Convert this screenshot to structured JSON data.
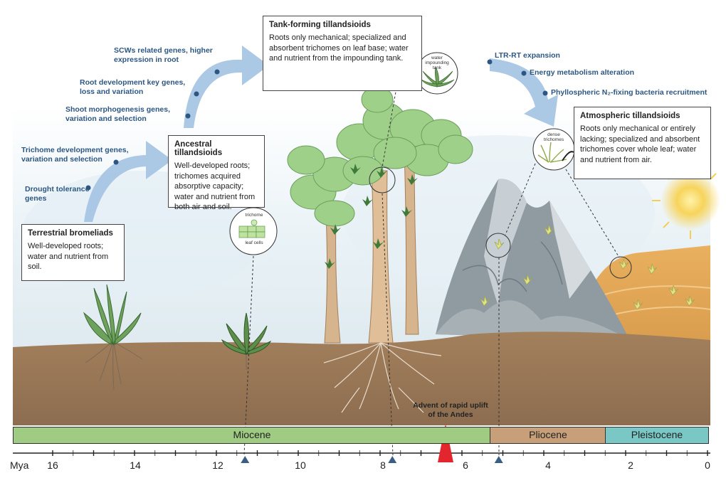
{
  "boxes": {
    "terrestrial": {
      "title": "Terrestrial bromeliads",
      "body": "Well-developed roots; water and nutrient from soil."
    },
    "ancestral": {
      "title": "Ancestral tillandsioids",
      "body": "Well-developed roots; trichomes acquired absorptive capacity; water and nutrient from both air and soil."
    },
    "tank": {
      "title": "Tank-forming tillandsioids",
      "body": "Roots only mechanical; specialized and absorbent trichomes on leaf base; water and nutrient from the impounding tank."
    },
    "atmospheric": {
      "title": "Atmospheric tillandsioids",
      "body": "Roots only mechanical or entirely lacking; specialized and absorbent trichomes cover whole leaf; water and nutrient from air."
    }
  },
  "gene_labels": {
    "drought": "Drought tolerance genes",
    "trichome_dev": "Trichome development genes, variation and selection",
    "shoot": "Shoot morphogenesis genes, variation and selection",
    "root_dev": "Root development key genes, loss and variation",
    "scw": "SCWs related genes, higher expression in root",
    "ltr": "LTR-RT expansion",
    "energy": "Energy metabolism alteration",
    "phyllo": "Phyllospheric N₂-fixing bacteria recruitment"
  },
  "inset_labels": {
    "trichome": "trichome",
    "leaf_cells": "leaf cells",
    "water_tank": "water impounding tank",
    "dense_trichomes": "dense trichomes"
  },
  "andes_label": "Advent of rapid uplift of the Andes",
  "timeline": {
    "unit": "Mya",
    "ticks": [
      "16",
      "14",
      "12",
      "10",
      "8",
      "6",
      "4",
      "2",
      "0"
    ],
    "eras": [
      {
        "name": "Miocene",
        "color": "#9fcc82"
      },
      {
        "name": "Pliocene",
        "color": "#c7a07a"
      },
      {
        "name": "Pleistocene",
        "color": "#79c8c6"
      }
    ],
    "markers_mya": [
      11.3,
      7.7,
      5.1
    ],
    "andes_mya": 6.4
  },
  "colors": {
    "gene_text": "#2d5782",
    "arrow": "#a7c5e4",
    "soil": "#9a7a5a",
    "marker": "#3b5e86",
    "andes": "#e3262d"
  }
}
